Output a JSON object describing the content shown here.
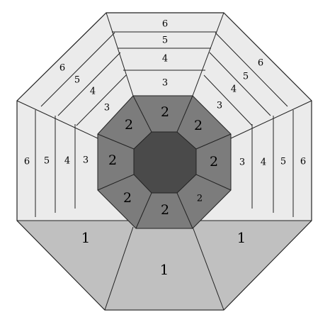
{
  "diagram": {
    "colors": {
      "outline": "#222222",
      "core": "#4a4a4a",
      "ring_2": "#7c7c7c",
      "outer_ring_light": "#ebebeb",
      "region_1": "#c0c0c0"
    },
    "labels": {
      "top": [
        "6",
        "5",
        "4",
        "3"
      ],
      "upper_left": [
        "6",
        "5",
        "4",
        "3"
      ],
      "upper_right": [
        "6",
        "5",
        "4",
        "3"
      ],
      "left": [
        "6",
        "5",
        "4",
        "3"
      ],
      "right": [
        "3",
        "4",
        "5",
        "6"
      ],
      "ring_2": [
        "2",
        "2",
        "2",
        "2",
        "2",
        "2",
        "2",
        "2"
      ],
      "region_1": [
        "1",
        "1",
        "1"
      ]
    }
  }
}
